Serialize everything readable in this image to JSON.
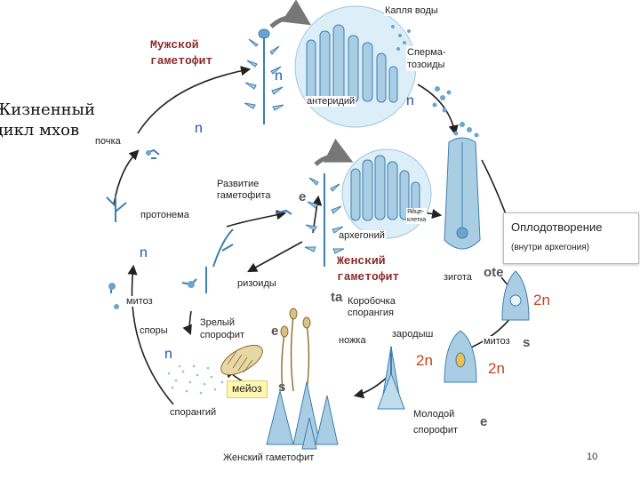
{
  "title_left": [
    "Жизненный",
    "цикл мхов"
  ],
  "labels": {
    "water_drop": "Капля воды",
    "male_gametophyte": [
      "Мужской",
      "гаметофит"
    ],
    "sperm": [
      "Сперма-",
      "тозоиды"
    ],
    "antheridium": "антеридий",
    "bud": "почка",
    "gametophyte_development": [
      "Развитие",
      "гаметофита"
    ],
    "protonema": "протонема",
    "egg": [
      "Яйце-",
      "клетка"
    ],
    "archegonium": "архегоний",
    "female_gametophyte": [
      "Женский",
      "гаметофит"
    ],
    "zygote": "зигота",
    "rhizoids": "ризоиды",
    "mitosis_left": "митоз",
    "capsule": [
      "Коробочка",
      "спорангия"
    ],
    "mature_sporophyte": [
      "Зрелый",
      "спорофит"
    ],
    "spores": "споры",
    "stalk": "ножка",
    "embryo": "зародыш",
    "mitosis_right": "митоз",
    "meiosis": "мейоз",
    "sporangium": "спорангий",
    "young_sporophyte": [
      "Молодой",
      "спорофит"
    ],
    "female_gametophyte_bottom": "Женский гаметофит"
  },
  "ploidy": {
    "n": "n",
    "two_n": "2n"
  },
  "fertilization": {
    "title": "Оплодотворение",
    "subtitle": "(внутри архегония)"
  },
  "ghost_letters": [
    "e",
    "ote",
    "ta",
    "s",
    "e",
    "e",
    "s"
  ],
  "page_number": "10",
  "colors": {
    "plant_fill": "#a9cde3",
    "plant_stroke": "#3f7fae",
    "arrow": "#222222",
    "n_blue": "#1f57a6",
    "two_n_red": "#c0431b",
    "male_female_label": "#8a2a2a",
    "meiosis_bg": "#fff7b0"
  }
}
